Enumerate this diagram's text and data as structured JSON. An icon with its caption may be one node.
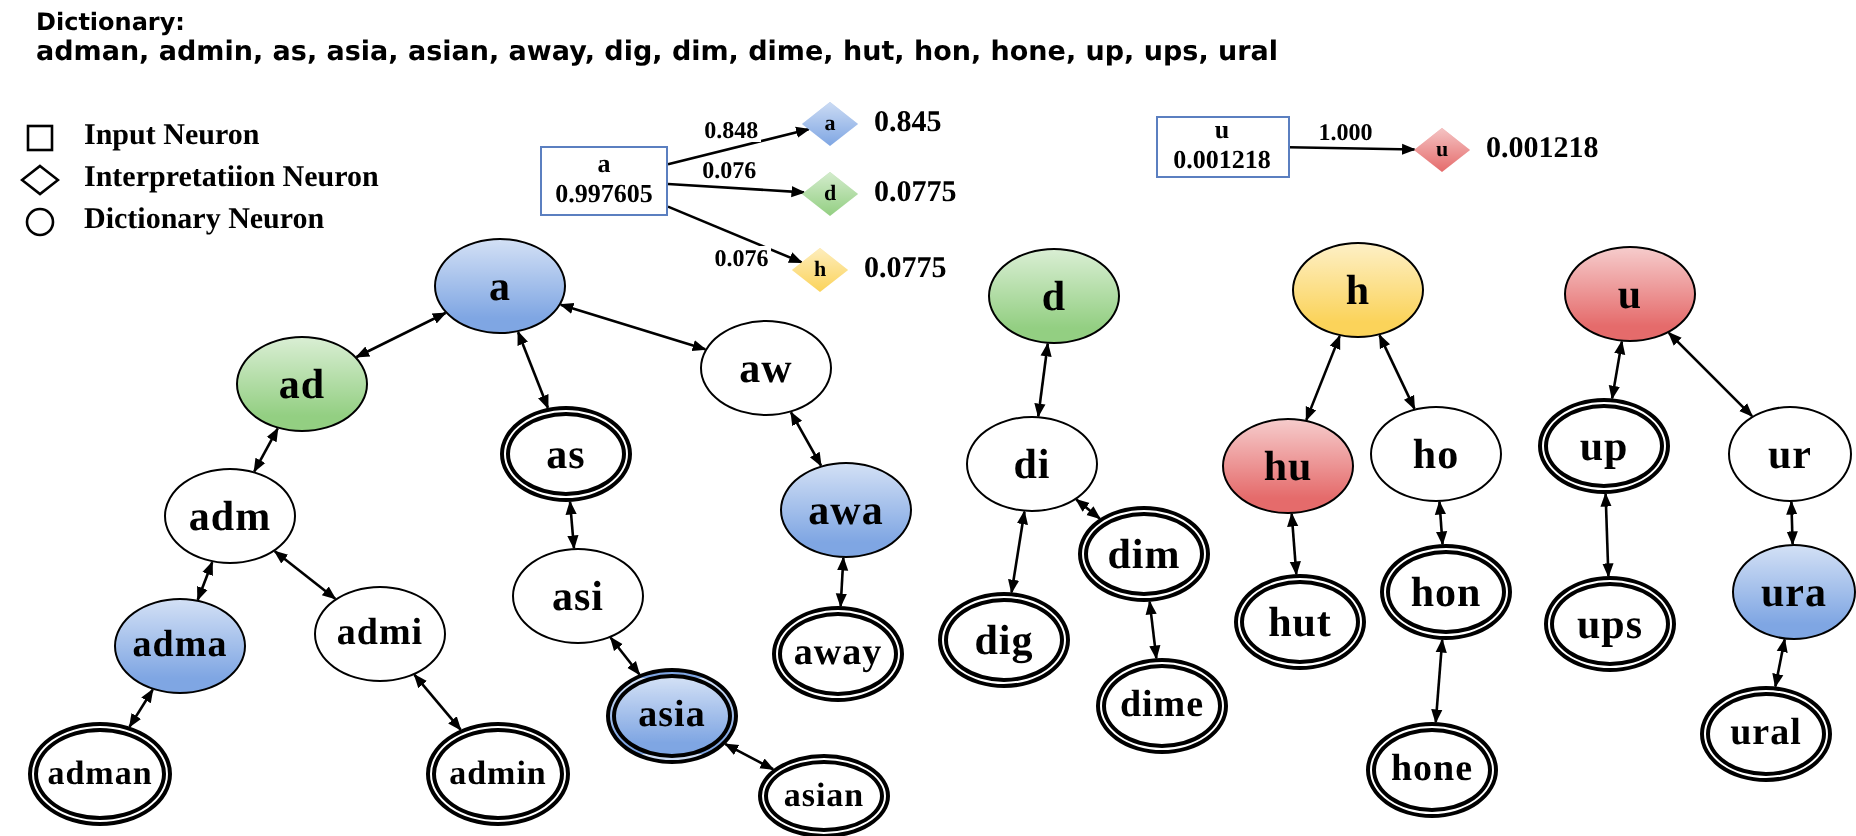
{
  "diagram": {
    "title": "Dictionary:",
    "labels": [
      "adman, admin, as, asia, asian, away, dig, dim, dime, hut, hon, hone, up, ups, ural"
    ],
    "legend": [
      {
        "text": "Input Neuron"
      },
      {
        "text": "Interpretatiion Neuron"
      },
      {
        "text": "Dictionary Neuron"
      }
    ],
    "nodes": [
      {
        "text": [
          "a",
          "0.997605"
        ]
      },
      {
        "text": [
          "a"
        ],
        "beside": [
          "0.845"
        ]
      },
      {
        "text": [
          "d"
        ],
        "beside": [
          "0.0775"
        ]
      },
      {
        "text": [
          "h"
        ],
        "beside": [
          "0.0775"
        ]
      },
      {
        "text": [
          "u",
          "0.001218"
        ]
      },
      {
        "text": [
          "u"
        ],
        "beside": [
          "0.001218"
        ]
      },
      {
        "text": [
          "a"
        ]
      },
      {
        "text": [
          "ad"
        ]
      },
      {
        "text": [
          "aw"
        ]
      },
      {
        "text": [
          "as"
        ]
      },
      {
        "text": [
          "adm"
        ]
      },
      {
        "text": [
          "awa"
        ]
      },
      {
        "text": [
          "asi"
        ]
      },
      {
        "text": [
          "adma"
        ]
      },
      {
        "text": [
          "admi"
        ]
      },
      {
        "text": [
          "away"
        ]
      },
      {
        "text": [
          "asia"
        ]
      },
      {
        "text": [
          "adman"
        ]
      },
      {
        "text": [
          "admin"
        ]
      },
      {
        "text": [
          "asian"
        ]
      },
      {
        "text": [
          "d"
        ]
      },
      {
        "text": [
          "di"
        ]
      },
      {
        "text": [
          "dim"
        ]
      },
      {
        "text": [
          "dig"
        ]
      },
      {
        "text": [
          "dime"
        ]
      },
      {
        "text": [
          "h"
        ]
      },
      {
        "text": [
          "hu"
        ]
      },
      {
        "text": [
          "ho"
        ]
      },
      {
        "text": [
          "hon"
        ]
      },
      {
        "text": [
          "hut"
        ]
      },
      {
        "text": [
          "hone"
        ]
      },
      {
        "text": [
          "u"
        ]
      },
      {
        "text": [
          "up"
        ]
      },
      {
        "text": [
          "ur"
        ]
      },
      {
        "text": [
          "ups"
        ]
      },
      {
        "text": [
          "ura"
        ]
      },
      {
        "text": [
          "ural"
        ]
      }
    ],
    "edges": [
      {
        "from": 0,
        "to": 1,
        "arrow": "to",
        "label": "0.848"
      },
      {
        "from": 0,
        "to": 2,
        "arrow": "to",
        "label": "0.076"
      },
      {
        "from": 0,
        "to": 3,
        "arrow": "to",
        "label": "0.076"
      },
      {
        "from": 4,
        "to": 5,
        "arrow": "to",
        "label": "1.000"
      },
      {
        "from": 6,
        "to": 7,
        "arrow": "both"
      },
      {
        "from": 6,
        "to": 9,
        "arrow": "both"
      },
      {
        "from": 6,
        "to": 8,
        "arrow": "both"
      },
      {
        "from": 7,
        "to": 10,
        "arrow": "both"
      },
      {
        "from": 10,
        "to": 13,
        "arrow": "both"
      },
      {
        "from": 10,
        "to": 14,
        "arrow": "both"
      },
      {
        "from": 13,
        "to": 17,
        "arrow": "both"
      },
      {
        "from": 14,
        "to": 18,
        "arrow": "both"
      },
      {
        "from": 9,
        "to": 12,
        "arrow": "both"
      },
      {
        "from": 12,
        "to": 16,
        "arrow": "both"
      },
      {
        "from": 16,
        "to": 19,
        "arrow": "both"
      },
      {
        "from": 8,
        "to": 11,
        "arrow": "both"
      },
      {
        "from": 11,
        "to": 15,
        "arrow": "both"
      },
      {
        "from": 20,
        "to": 21,
        "arrow": "both"
      },
      {
        "from": 21,
        "to": 23,
        "arrow": "both"
      },
      {
        "from": 21,
        "to": 22,
        "arrow": "both"
      },
      {
        "from": 22,
        "to": 24,
        "arrow": "both"
      },
      {
        "from": 25,
        "to": 26,
        "arrow": "both"
      },
      {
        "from": 25,
        "to": 27,
        "arrow": "both"
      },
      {
        "from": 26,
        "to": 29,
        "arrow": "both"
      },
      {
        "from": 27,
        "to": 28,
        "arrow": "both"
      },
      {
        "from": 28,
        "to": 30,
        "arrow": "both"
      },
      {
        "from": 31,
        "to": 32,
        "arrow": "both"
      },
      {
        "from": 31,
        "to": 33,
        "arrow": "both"
      },
      {
        "from": 32,
        "to": 34,
        "arrow": "both"
      },
      {
        "from": 33,
        "to": 35,
        "arrow": "both"
      },
      {
        "from": 35,
        "to": 36,
        "arrow": "both"
      }
    ]
  }
}
